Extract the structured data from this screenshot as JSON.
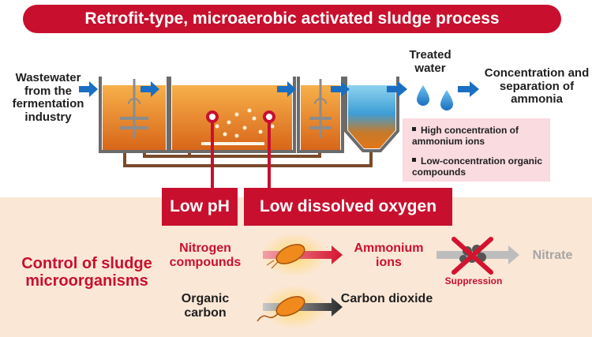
{
  "title": "Retrofit-type, microaerobic activated sludge process",
  "process": {
    "input_label": "Wastewater from the fermentation industry",
    "output_label": "Treated water",
    "recovery_label": "Concentration and separation of ammonia",
    "water_properties": [
      "High concentration of ammonium ions",
      "Low-concentration organic compounds"
    ],
    "conditions": [
      "Low pH",
      "Low dissolved oxygen"
    ]
  },
  "control": {
    "heading": "Control of sludge microorganisms",
    "nitrogen_source": "Nitrogen compounds",
    "nitrogen_product": "Ammonium ions",
    "suppression_label": "Suppression",
    "suppressed_product": "Nitrate",
    "carbon_source": "Organic carbon",
    "carbon_product": "Carbon dioxide"
  },
  "colors": {
    "brand_red": "#c8102e",
    "arrow_blue": "#1a6fc2",
    "sludge_orange": "#ea8a1e",
    "pipe_brown": "#7b4a2a"
  }
}
